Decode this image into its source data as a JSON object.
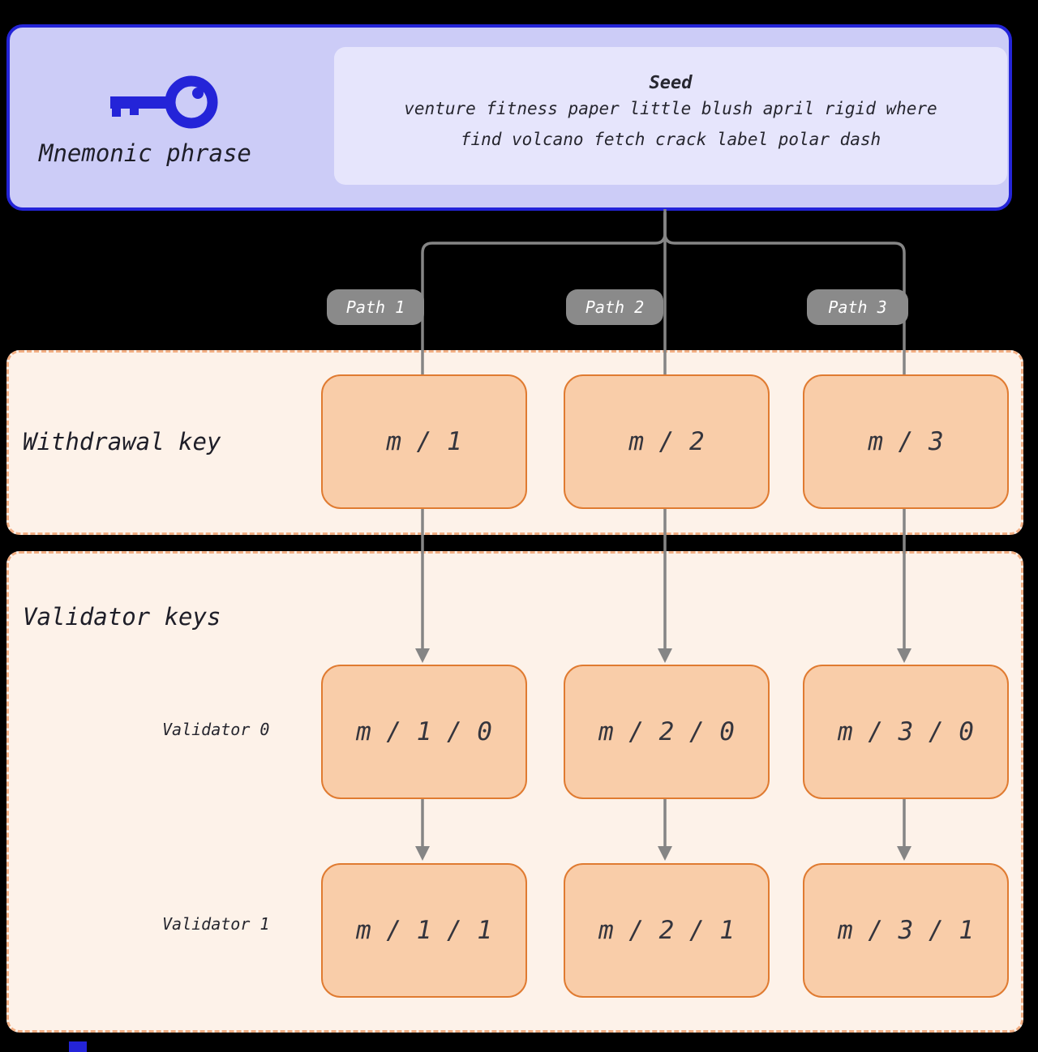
{
  "mnemonic": {
    "label": "Mnemonic phrase",
    "seed_title": "Seed",
    "seed_line1": "venture fitness paper little blush april rigid where",
    "seed_line2": "find volcano fetch crack label polar dash"
  },
  "paths": [
    "Path 1",
    "Path 2",
    "Path 3"
  ],
  "withdrawal": {
    "label": "Withdrawal key",
    "keys": [
      "m / 1",
      "m / 2",
      "m / 3"
    ]
  },
  "validators": {
    "label": "Validator keys",
    "row0_label": "Validator 0",
    "row0_keys": [
      "m / 1 / 0",
      "m / 2 / 0",
      "m / 3 / 0"
    ],
    "row1_label": "Validator 1",
    "row1_keys": [
      "m / 1 / 1",
      "m / 2 / 1",
      "m / 3 / 1"
    ]
  },
  "colors": {
    "accent_blue": "#2424d8",
    "panel_lavender": "#ccccf7",
    "seed_bg": "#e6e5fc",
    "section_bg": "#fdf2e9",
    "section_border": "#f2ae83",
    "box_fill": "#f9cda9",
    "box_border": "#e07b31",
    "connector_gray": "#858585",
    "pill_gray": "#8a8a8a"
  }
}
